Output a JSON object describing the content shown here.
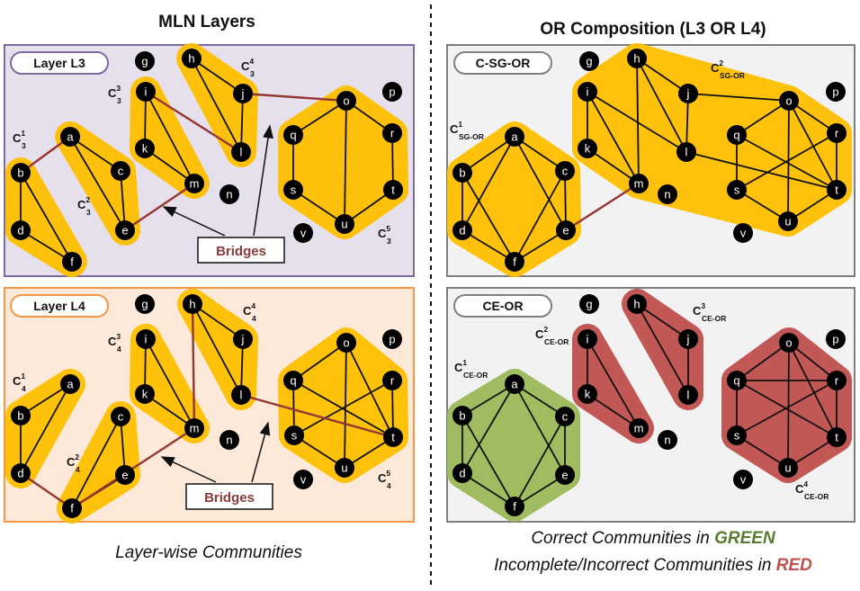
{
  "titles": {
    "left": "MLN Layers",
    "right": "OR Composition (L3 OR L4)"
  },
  "panels": {
    "l3": "Layer L3",
    "l4": "Layer L4",
    "sg": "C-SG-OR",
    "ce": "CE-OR"
  },
  "bridges_label": "Bridges",
  "community_labels": {
    "l3": [
      {
        "main": "C",
        "sup": "1",
        "sub": "3"
      },
      {
        "main": "C",
        "sup": "2",
        "sub": "3"
      },
      {
        "main": "C",
        "sup": "3",
        "sub": "3"
      },
      {
        "main": "C",
        "sup": "4",
        "sub": "3"
      },
      {
        "main": "C",
        "sup": "5",
        "sub": "3"
      }
    ],
    "l4": [
      {
        "main": "C",
        "sup": "1",
        "sub": "4"
      },
      {
        "main": "C",
        "sup": "2",
        "sub": "4"
      },
      {
        "main": "C",
        "sup": "3",
        "sub": "4"
      },
      {
        "main": "C",
        "sup": "4",
        "sub": "4"
      },
      {
        "main": "C",
        "sup": "5",
        "sub": "4"
      }
    ],
    "sg": [
      {
        "main": "C",
        "sup": "1",
        "sub": "SG-OR"
      },
      {
        "main": "C",
        "sup": "2",
        "sub": "SG-OR"
      }
    ],
    "ce": [
      {
        "main": "C",
        "sup": "1",
        "sub": "CE-OR"
      },
      {
        "main": "C",
        "sup": "2",
        "sub": "CE-OR"
      },
      {
        "main": "C",
        "sup": "3",
        "sub": "CE-OR"
      },
      {
        "main": "C",
        "sup": "4",
        "sub": "CE-OR"
      }
    ]
  },
  "captions": {
    "left": "Layer-wise Communities",
    "right_line1_prefix": "Correct Communities in ",
    "right_line1_highlight": "GREEN",
    "right_line2_prefix": "Incomplete/Incorrect Communities in ",
    "right_line2_highlight": "RED"
  },
  "nodes": [
    "a",
    "b",
    "c",
    "d",
    "e",
    "f",
    "g",
    "h",
    "i",
    "j",
    "k",
    "l",
    "m",
    "n",
    "o",
    "p",
    "q",
    "r",
    "s",
    "t",
    "u",
    "v"
  ],
  "colors": {
    "community_orange": "#ffc000",
    "community_green": "#9bbb59",
    "community_red": "#c0504d",
    "bridge": "#943634",
    "l3_panel_bg": "#e5e0ec",
    "l3_panel_border": "#7f6a9e",
    "l4_panel_bg": "#fde9d9",
    "l4_panel_border": "#f79646",
    "or_panel_bg": "#f2f2f2",
    "or_panel_border": "#7f7f7f"
  }
}
